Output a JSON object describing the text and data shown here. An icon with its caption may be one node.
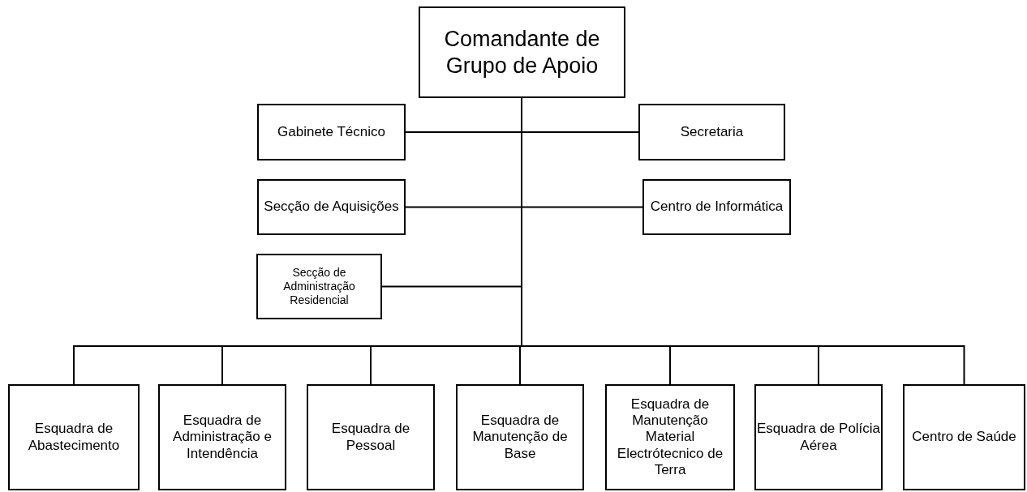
{
  "diagram": {
    "nodes": [
      {
        "text": [
          "Comandante de Grupo de Apoio"
        ]
      },
      {
        "text": [
          "Gabinete Técnico"
        ]
      },
      {
        "text": [
          "Secretaria"
        ]
      },
      {
        "text": [
          "Secção de Aquisições"
        ]
      },
      {
        "text": [
          "Centro de Informática"
        ]
      },
      {
        "text": [
          "Secção de Administração Residencial"
        ]
      },
      {
        "text": [
          "Esquadra de Abastecimento"
        ]
      },
      {
        "text": [
          "Esquadra de Administração e Intendência"
        ]
      },
      {
        "text": [
          "Esquadra de Pessoal"
        ]
      },
      {
        "text": [
          "Esquadra de Manutenção de Base"
        ]
      },
      {
        "text": [
          "Esquadra de Manutenção Material Electrótecnico de Terra"
        ]
      },
      {
        "text": [
          "Esquadra de Polícia Aérea"
        ]
      },
      {
        "text": [
          "Centro de Saúde"
        ]
      }
    ],
    "edges": [
      {
        "from": 0,
        "to": 1,
        "arrow": "none"
      },
      {
        "from": 0,
        "to": 2,
        "arrow": "none"
      },
      {
        "from": 0,
        "to": 3,
        "arrow": "none"
      },
      {
        "from": 0,
        "to": 4,
        "arrow": "none"
      },
      {
        "from": 0,
        "to": 5,
        "arrow": "none"
      },
      {
        "from": 0,
        "to": 6,
        "arrow": "none"
      },
      {
        "from": 0,
        "to": 7,
        "arrow": "none"
      },
      {
        "from": 0,
        "to": 8,
        "arrow": "none"
      },
      {
        "from": 0,
        "to": 9,
        "arrow": "none"
      },
      {
        "from": 0,
        "to": 10,
        "arrow": "none"
      },
      {
        "from": 0,
        "to": 11,
        "arrow": "none"
      },
      {
        "from": 0,
        "to": 12,
        "arrow": "none"
      }
    ]
  }
}
